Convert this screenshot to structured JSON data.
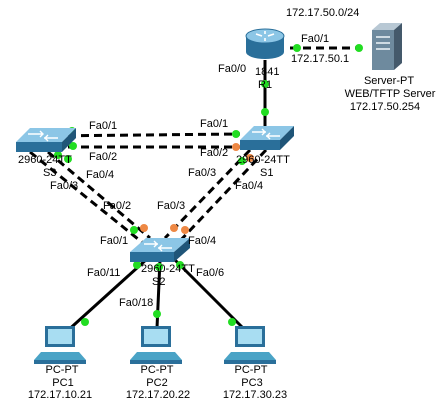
{
  "colors": {
    "link": "#000000",
    "link_up": "#22dd22",
    "link_blocking": "#ee8844",
    "switch_body": "#3a9ab8",
    "router_body": "#2a6f9a",
    "server_body": "#6e8a9e",
    "pc_body": "#4aa3c6"
  },
  "devices": {
    "router": {
      "model": "1841",
      "name": "R1",
      "icon": "router-icon"
    },
    "server": {
      "model": "Server-PT",
      "name": "WEB/TFTP Server",
      "ip": "172.17.50.254",
      "icon": "server-icon"
    },
    "s1": {
      "model": "2960-24TT",
      "name": "S1",
      "icon": "switch-icon"
    },
    "s2": {
      "model": "2960-24TT",
      "name": "S2",
      "icon": "switch-icon"
    },
    "s3": {
      "model": "2960-24TT",
      "name": "S3",
      "icon": "switch-icon"
    },
    "pc1": {
      "model": "PC-PT",
      "name": "PC1",
      "ip": "172.17.10.21",
      "icon": "pc-icon"
    },
    "pc2": {
      "model": "PC-PT",
      "name": "PC2",
      "ip": "172.17.20.22",
      "icon": "pc-icon"
    },
    "pc3": {
      "model": "PC-PT",
      "name": "PC3",
      "ip": "172.17.30.23",
      "icon": "pc-icon"
    }
  },
  "network": {
    "server_subnet": "172.17.50.0/24",
    "router_ip": "172.17.50.1"
  },
  "ports": {
    "r1_fa0_1": "Fa0/1",
    "r1_fa0_0": "Fa0/0",
    "s1_fa0_1": "Fa0/1",
    "s1_fa0_2": "Fa0/2",
    "s1_fa0_3": "Fa0/3",
    "s1_fa0_4": "Fa0/4",
    "s3_fa0_1": "Fa0/1",
    "s3_fa0_2": "Fa0/2",
    "s3_fa0_3": "Fa0/3",
    "s3_fa0_4": "Fa0/4",
    "s2_fa0_1": "Fa0/1",
    "s2_fa0_2": "Fa0/2",
    "s2_fa0_3": "Fa0/3",
    "s2_fa0_4": "Fa0/4",
    "s2_fa0_11": "Fa0/11",
    "s2_fa0_18": "Fa0/18",
    "s2_fa0_6": "Fa0/6"
  }
}
